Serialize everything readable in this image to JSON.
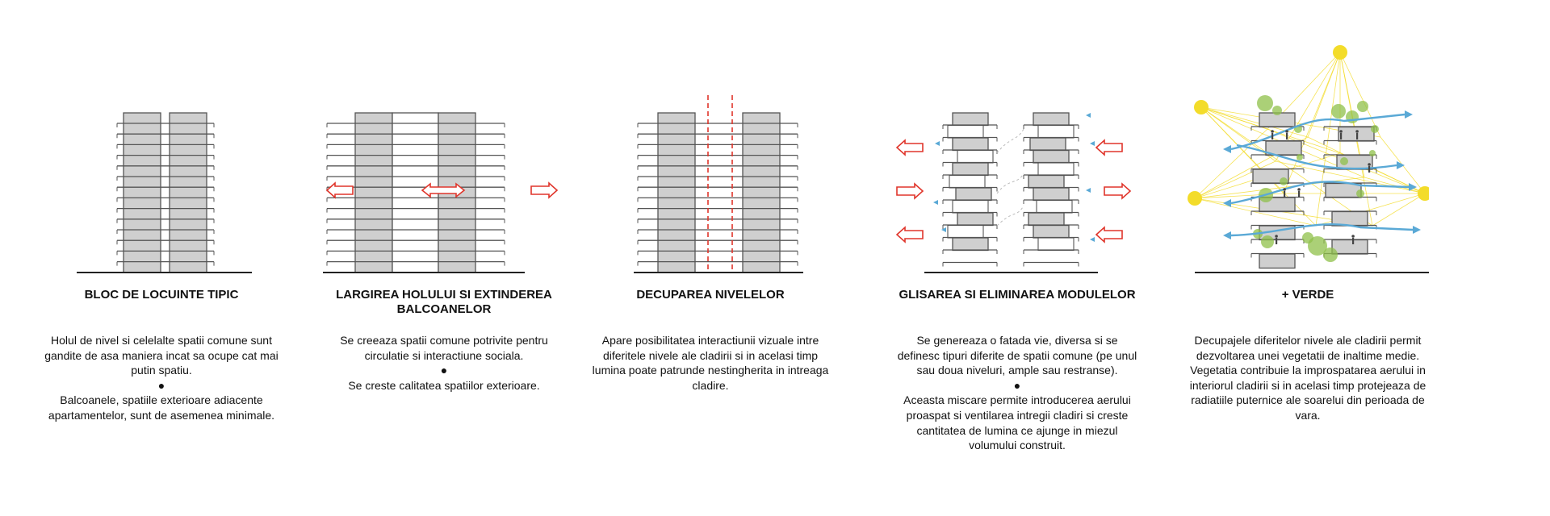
{
  "panels": [
    {
      "title": "BLOC DE LOCUINTE TIPIC",
      "paragraphs": [
        "Holul de nivel si celelalte spatii comune sunt gandite de asa maniera incat sa ocupe cat mai putin spatiu.",
        "Balcoanele, spatiile exterioare adiacente apartamentelor, sunt de asemenea minimale."
      ]
    },
    {
      "title": "LARGIREA HOLULUI SI EXTINDEREA BALCOANELOR",
      "paragraphs": [
        "Se creeaza spatii comune potrivite pentru circulatie si interactiune sociala.",
        "Se creste calitatea spatiilor exterioare."
      ]
    },
    {
      "title": "DECUPAREA NIVELELOR",
      "paragraphs": [
        "Apare posibilitatea interactiunii vizuale intre diferitele nivele ale cladirii si in acelasi timp lumina poate patrunde nestingherita in intreaga cladire."
      ]
    },
    {
      "title": "GLISAREA SI ELIMINAREA MODULELOR",
      "paragraphs": [
        "Se genereaza o fatada vie, diversa si se definesc tipuri diferite de spatii comune (pe unul sau doua niveluri, ample sau restranse).",
        "Aceasta miscare permite introducerea aerului proaspat si ventilarea intregii cladiri si creste cantitatea de lumina ce ajunge in miezul volumului construit."
      ]
    },
    {
      "title": "+ VERDE",
      "paragraphs": [
        "Decupajele diferitelor nivele ale cladirii permit dezvoltarea unei vegetatii de inaltime medie. Vegetatia contribuie la improspatarea aerului in interiorul cladirii si in acelasi timp protejeaza de radiatiile puternice ale soarelui din perioada de vara."
      ]
    }
  ],
  "bullet_symbol": "●",
  "colors": {
    "block_fill": "#cfcfcf",
    "outline": "#555555",
    "ground": "#222222",
    "arrow_red": "#e0352b",
    "air_blue": "#5aa9d6",
    "sun_yellow": "#f3dc2a",
    "tree_green": "#8fc04a"
  },
  "icons": [
    "arrow-left-icon",
    "arrow-right-icon",
    "arrow-double-icon",
    "sun-icon",
    "tree-icon",
    "person-icon"
  ]
}
